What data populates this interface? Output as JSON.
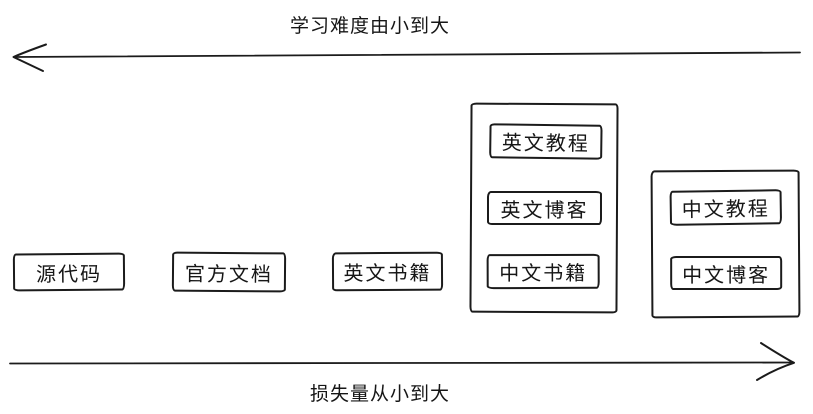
{
  "diagram": {
    "top_axis_label": "学习难度由小到大",
    "bottom_axis_label": "损失量从小到大",
    "nodes": [
      {
        "label": "源代码"
      },
      {
        "label": "官方文档"
      },
      {
        "label": "英文书籍"
      }
    ],
    "group_1": {
      "items": [
        {
          "label": "英文教程"
        },
        {
          "label": "英文博客"
        },
        {
          "label": "中文书籍"
        }
      ]
    },
    "group_2": {
      "items": [
        {
          "label": "中文教程"
        },
        {
          "label": "中文博客"
        }
      ]
    },
    "colors": {
      "stroke": "#1b1b1b",
      "background": "#ffffff"
    }
  }
}
